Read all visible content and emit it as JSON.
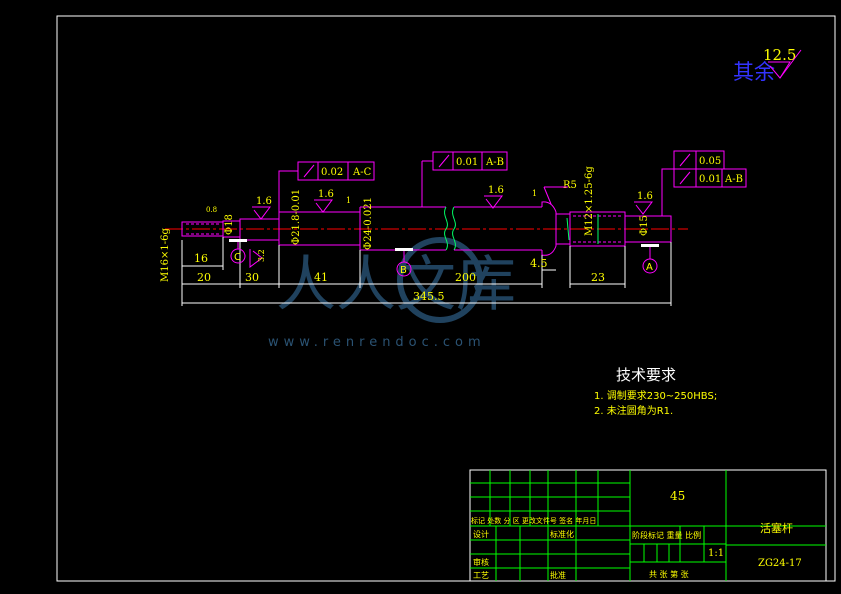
{
  "surface_finish_other": {
    "value": "12.5",
    "label": "其余"
  },
  "roughness": {
    "r1": "1.6",
    "r2": "1.6",
    "r3": "1.6",
    "r4": "1.6",
    "r5": "3.2"
  },
  "tolerances": {
    "runout_ac": {
      "value": "0.02",
      "datum": "A-C"
    },
    "runout_ab_center": {
      "value": "0.01",
      "datum": "A-B"
    },
    "cyl_top": {
      "value": "0.05"
    },
    "runout_ab_right": {
      "value": "0.01",
      "datum": "A-B"
    }
  },
  "callouts": {
    "thread_left": "M16×1-6g",
    "thread_right": "M12×1.25-6g",
    "radius": "R5",
    "chamfer_small": "0.8",
    "dia_right": "Φ15",
    "dia_left": "Φ18",
    "dia_mid": "Φ21.8-0.01",
    "dia_main": "Φ24-0.021",
    "unknown_small_1": "1",
    "unknown_small_2": "1"
  },
  "dimensions": {
    "d16": "16",
    "d20": "20",
    "d30": "30",
    "d41": "41",
    "d200": "200",
    "d4_5": "4.5",
    "d23": "23",
    "total": "345.5"
  },
  "datums": {
    "a": "A",
    "b": "B",
    "c": "C"
  },
  "tech_requirements": {
    "title": "技术要求",
    "item1": "1. 调制要求230~250HBS;",
    "item2": "2. 未注圆角为R1."
  },
  "watermark": {
    "text": "人人文库",
    "url": "www.renrendoc.com"
  },
  "title_block": {
    "material": "45",
    "part_name": "活塞杆",
    "drawing_no": "ZG24-17",
    "scale": "1:1",
    "row_headers": "标记 处数 分 区 更改文件号 签名 年月日",
    "design": "设计",
    "standardize": "标准化",
    "review": "审核",
    "process": "工艺",
    "approve": "批准",
    "stage_header": "阶段标记 重量 比例",
    "sheets": "共 张 第 张"
  },
  "colors": {
    "background": "#000000",
    "frame": "#ffffff",
    "part": "#ff00ff",
    "centerline": "#ff0000",
    "text_yellow": "#ffff00",
    "title_grid": "#00ff00",
    "blue_label": "#3333ff",
    "watermark": "#5a8fb8"
  }
}
